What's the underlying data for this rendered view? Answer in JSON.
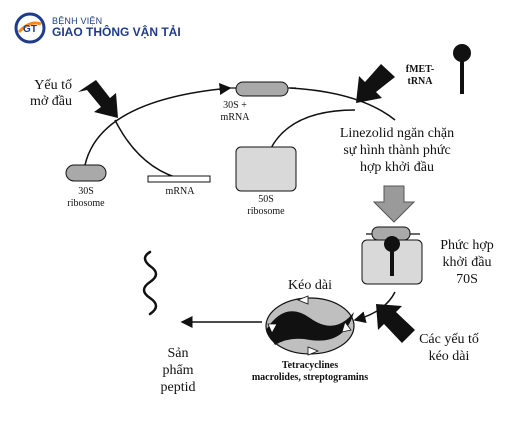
{
  "brand": {
    "top": "BỆNH VIỆN",
    "main": "GIAO THÔNG VẬN TẢI"
  },
  "labels": {
    "initiation_factor": [
      "Yếu tố",
      "mở đầu"
    ],
    "complex_30s": [
      "30S +",
      "mRNA"
    ],
    "fmet_trna": [
      "fMET-",
      "tRNA"
    ],
    "linezolid": [
      "Linezolid ngăn chặn",
      "sự hình thành phức",
      "hợp khởi đầu"
    ],
    "ribosome_30s": [
      "30S",
      "ribosome"
    ],
    "mrna": "mRNA",
    "ribosome_50s": [
      "50S",
      "ribosome"
    ],
    "initiation_complex": [
      "Phức hợp",
      "khởi đầu",
      "70S"
    ],
    "elongation": "Kéo dài",
    "antibiotics": [
      "Tetracyclines",
      "macrolides, streptogramins"
    ],
    "elongation_factors": [
      "Các yếu tố",
      "kéo dài"
    ],
    "peptide_product": [
      "Sản",
      "phẩm",
      "peptid"
    ]
  },
  "colors": {
    "brand_blue": "#1f3c8a",
    "brand_orange": "#f08a1c",
    "ribosome_gray": "#a9a9a9",
    "box_gray": "#d9d9d9",
    "arrow_gray": "#9a9a9a",
    "ink": "#111111"
  }
}
